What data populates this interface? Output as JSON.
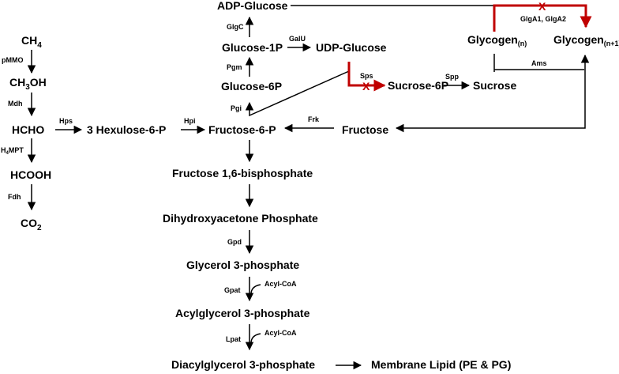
{
  "metabolites": {
    "ch4": "CH",
    "ch4_sub": "4",
    "ch3oh_a": "CH",
    "ch3oh_sub": "3",
    "ch3oh_b": "OH",
    "hcho": "HCHO",
    "hcooh": "HCOOH",
    "co2": "CO",
    "co2_sub": "2",
    "hexulose": "3 Hexulose-6-P",
    "fructose6p": "Fructose-6-P",
    "glucose6p": "Glucose-6P",
    "glucose1p": "Glucose-1P",
    "adpglucose": "ADP-Glucose",
    "udpglucose": "UDP-Glucose",
    "sucrose6p": "Sucrose-6P",
    "sucrose": "Sucrose",
    "fructose": "Fructose",
    "glycogen_n": "Glycogen",
    "glycogen_n_sub": "(n)",
    "glycogen_n1": "Glycogen",
    "glycogen_n1_sub": "(n+1)",
    "fbp": "Fructose 1,6-bisphosphate",
    "dhap": "Dihydroxyacetone Phosphate",
    "g3p": "Glycerol 3-phosphate",
    "acylg3p": "Acylglycerol 3-phosphate",
    "diacylg3p": "Diacylglycerol 3-phosphate",
    "membrane": "Membrane Lipid (PE & PG)",
    "acylcoa1": "Acyl-CoA",
    "acylcoa2": "Acyl-CoA"
  },
  "enzymes": {
    "pmmo": "pMMO",
    "mdh": "Mdh",
    "h4mpt_a": "H",
    "h4mpt_sub": "4",
    "h4mpt_b": "MPT",
    "fdh": "Fdh",
    "hps": "Hps",
    "hpi": "Hpi",
    "pgi": "Pgi",
    "pgm": "Pgm",
    "glgc": "GlgC",
    "galu": "GalU",
    "sps": "Sps",
    "spp": "Spp",
    "frk": "Frk",
    "ams": "Ams",
    "glga": "GlgA1, GlgA2",
    "gpd": "Gpd",
    "gpat": "Gpat",
    "lpat": "Lpat"
  },
  "blocked_mark": "X",
  "colors": {
    "blocked_reaction": "#c00000",
    "default_arrow": "#000000"
  }
}
